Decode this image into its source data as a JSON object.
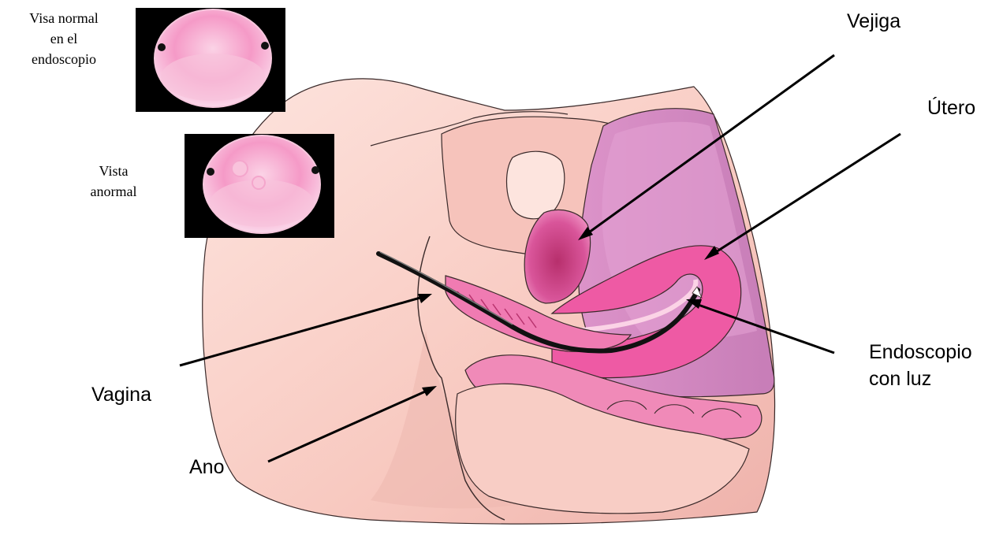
{
  "colors": {
    "skin": "#f8c9c0",
    "skin_light": "#fde0da",
    "skin_shadow": "#e8a9a2",
    "outline": "#3a2a2a",
    "pink_mid": "#f08ab8",
    "pink_hot": "#e8489a",
    "bladder": "#c9407f",
    "uterus_region": "#d98cc6",
    "uterus_region_dark": "#c071ad",
    "scope": "#111111",
    "view_bg": "#000000"
  },
  "views": {
    "normal_label_lines": [
      "Visa normal",
      "en el",
      "endoscopio"
    ],
    "abnormal_label_lines": [
      "Vista",
      "anormal"
    ]
  },
  "labels": {
    "vejiga": "Vejiga",
    "utero": "Útero",
    "endoscopio_line1": "Endoscopio",
    "endoscopio_line2": "con luz",
    "vagina": "Vagina",
    "ano": "Ano"
  }
}
